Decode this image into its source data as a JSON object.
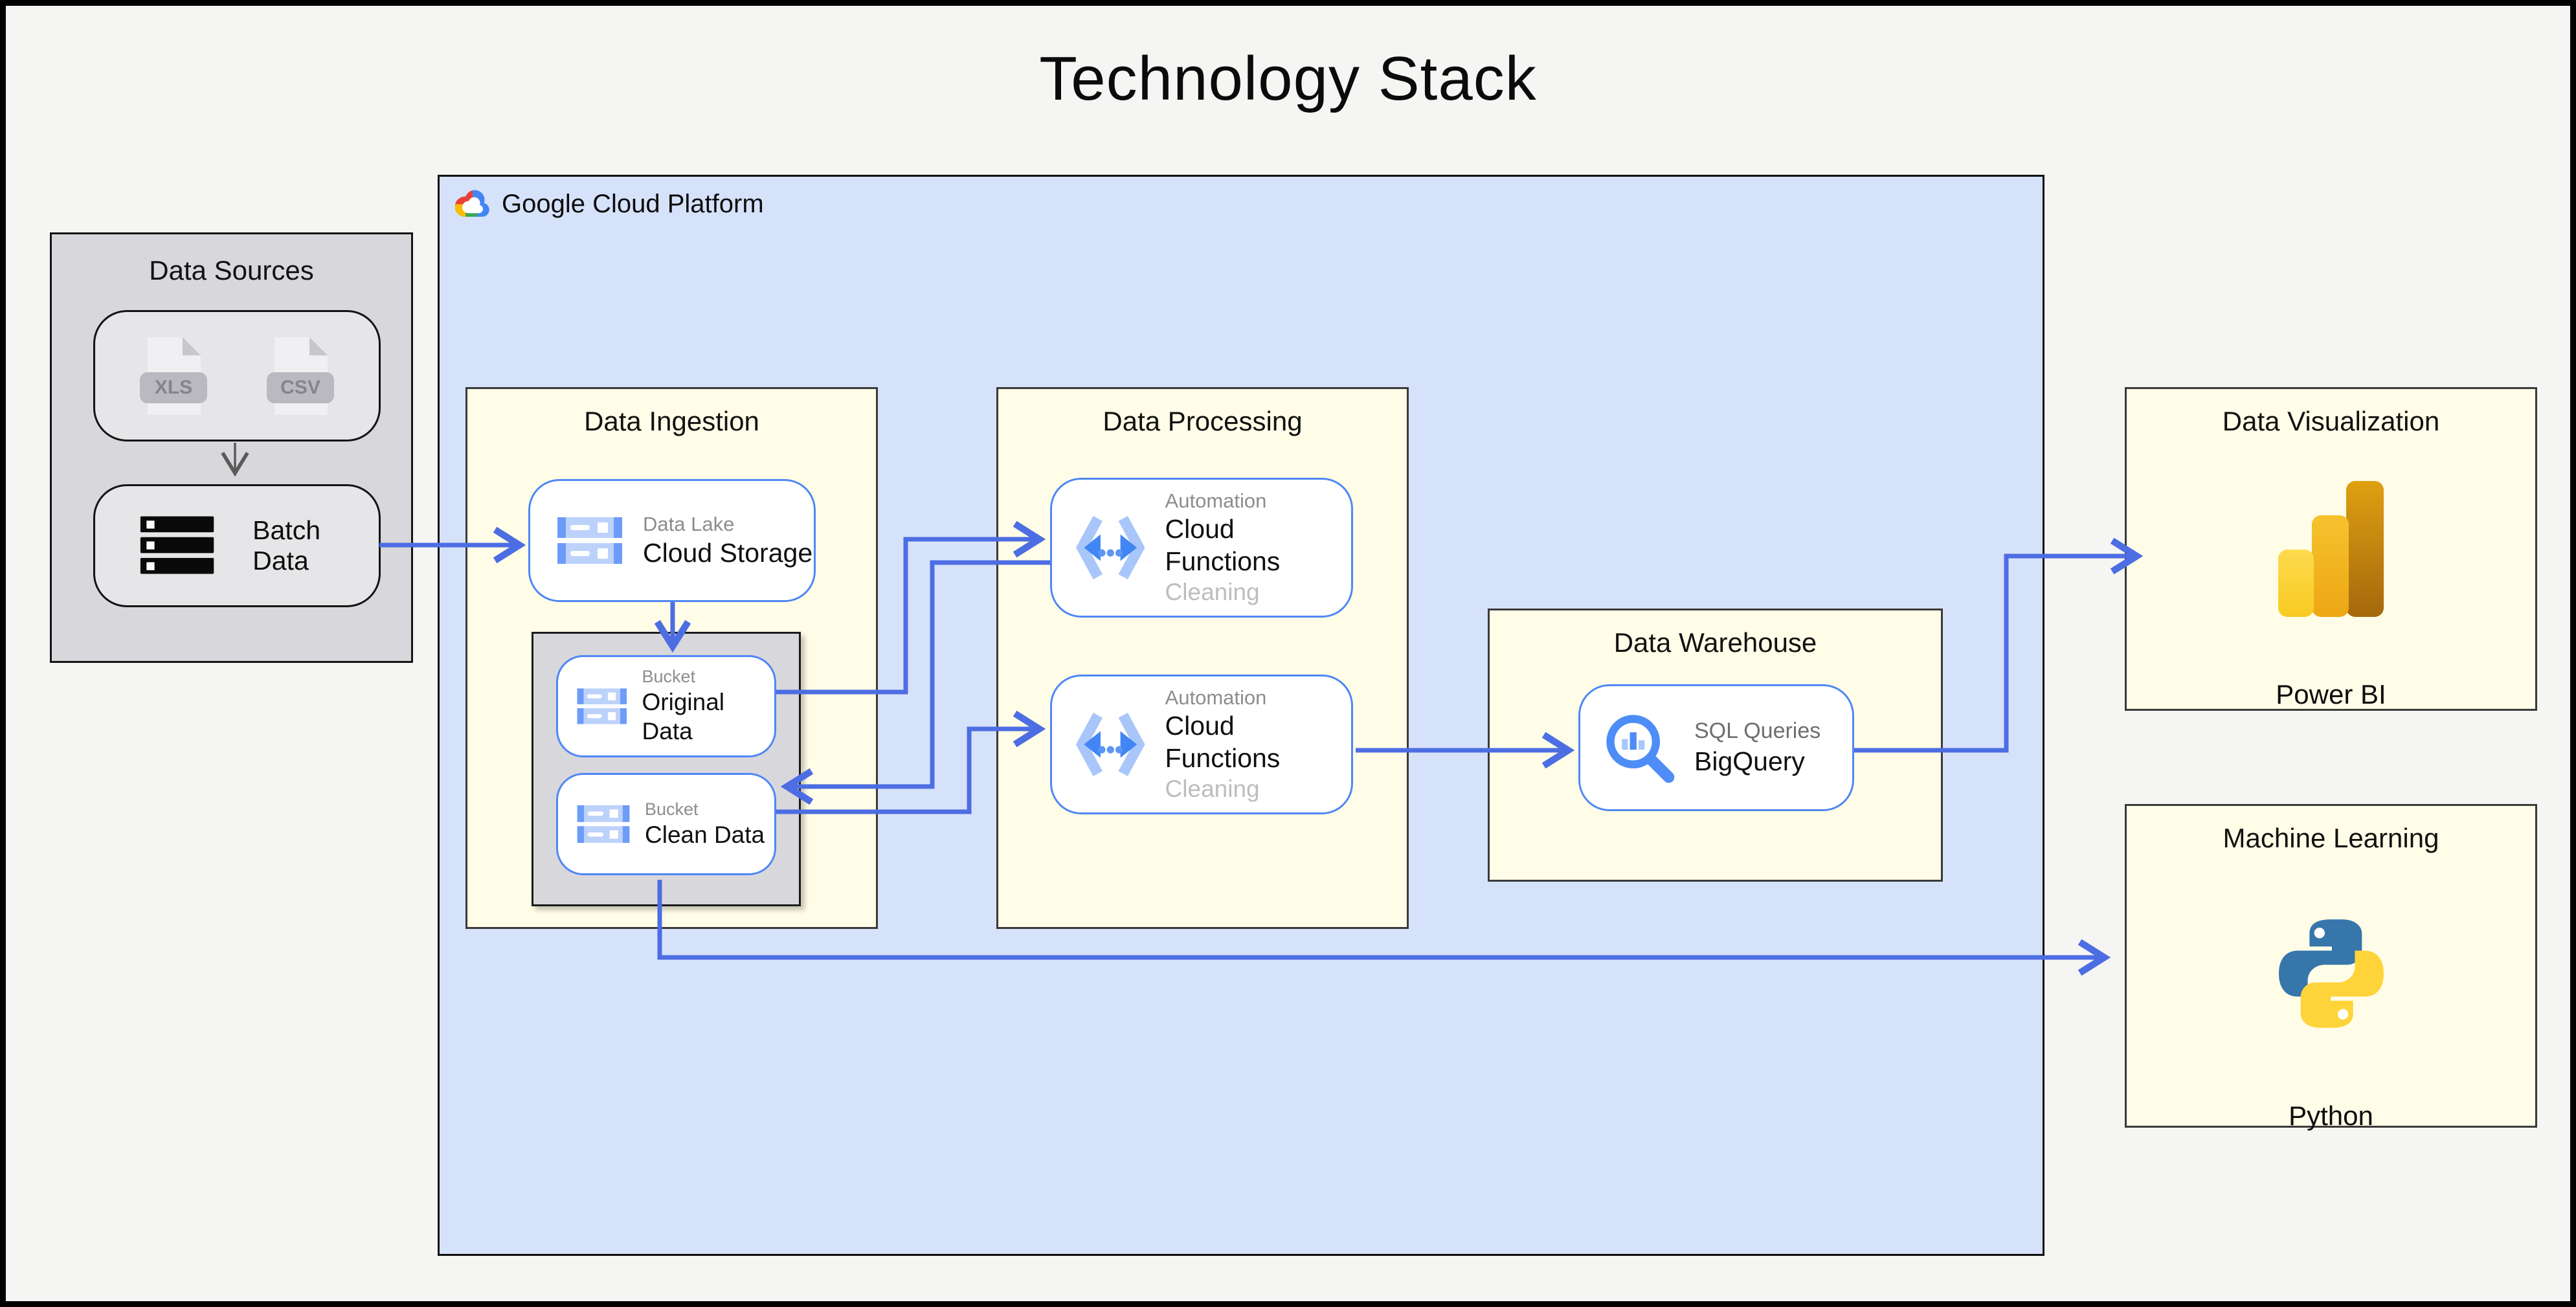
{
  "title": "Technology Stack",
  "data_sources": {
    "title": "Data Sources",
    "file_xls": "XLS",
    "file_csv": "CSV",
    "batch_label": "Batch Data"
  },
  "gcp": {
    "label": "Google Cloud Platform"
  },
  "ingestion": {
    "title": "Data Ingestion",
    "cloud_storage": {
      "sublabel": "Data Lake",
      "name": "Cloud Storage"
    },
    "buckets": [
      {
        "sublabel": "Bucket",
        "name": "Original Data"
      },
      {
        "sublabel": "Bucket",
        "name": "Clean Data"
      }
    ]
  },
  "processing": {
    "title": "Data Processing",
    "functions": [
      {
        "sublabel": "Automation",
        "name": "Cloud Functions",
        "note": "Cleaning"
      },
      {
        "sublabel": "Automation",
        "name": "Cloud Functions",
        "note": "Cleaning"
      }
    ]
  },
  "warehouse": {
    "title": "Data Warehouse",
    "bigquery": {
      "sublabel": "SQL Queries",
      "name": "BigQuery"
    }
  },
  "visualization": {
    "title": "Data Visualization",
    "tool_label": "Power BI"
  },
  "machine_learning": {
    "title": "Machine Learning",
    "tool_label": "Python"
  },
  "colors": {
    "arrow_blue": "#4d6de3",
    "node_border_blue": "#4f87f5",
    "gcp_fill": "#d6e2fa",
    "section_fill": "#fffde7",
    "gray_fill": "#d8d8dc",
    "icon_blue": "#4285f4",
    "icon_light_blue": "#aec9fa",
    "powerbi_gold": "#f2c811",
    "python_blue": "#3776ab",
    "python_yellow": "#ffd43b"
  }
}
